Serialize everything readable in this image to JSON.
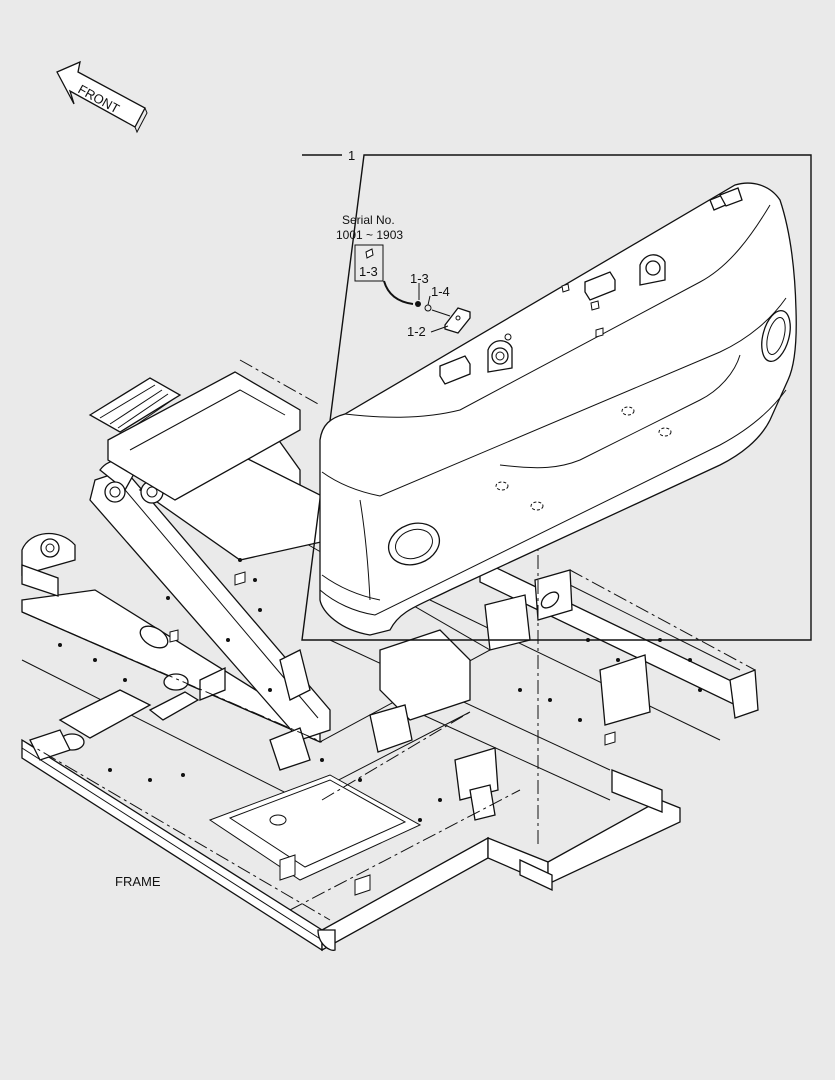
{
  "front_arrow": {
    "label": "FRONT"
  },
  "callout_box": {
    "number": "1"
  },
  "serial_note": {
    "line1": "Serial No.",
    "line2": "1001 ~ 1903"
  },
  "parts": {
    "p1_3_boxed": "1-3",
    "p1_3": "1-3",
    "p1_4": "1-4",
    "p1_2": "1-2"
  },
  "frame_label": "FRAME"
}
